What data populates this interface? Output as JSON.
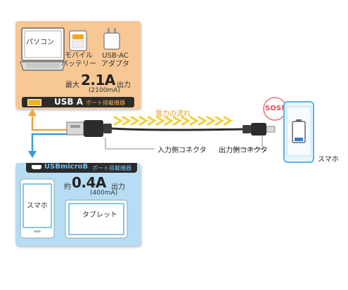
{
  "source_panel": {
    "items": [
      {
        "label": "パソコン"
      },
      {
        "label": "モバイル\nバッテリー"
      },
      {
        "label": "USB-AC\nアダプタ"
      }
    ],
    "max_prefix": "最大",
    "max_value": "2.1A",
    "max_suffix": "出力",
    "max_ma": "(2100mA)",
    "port_label_main": "USB A",
    "port_label_sub": "ポート搭載機器"
  },
  "target_panel": {
    "port_label_main": "USBmicroB",
    "port_label_sub": "ポート搭載機器",
    "approx_prefix": "約",
    "approx_value": "0.4A",
    "approx_suffix": "出力",
    "approx_ma": "(400mA)",
    "items": [
      {
        "label": "スマホ"
      },
      {
        "label": "タブレット"
      }
    ]
  },
  "cable": {
    "flow_label": "電力の流れ",
    "input_connector_label": "入力側コネクタ",
    "output_connector_label": "出力側コネクタ"
  },
  "phone": {
    "sos_label": "SOS!",
    "device_label": "スマホ"
  },
  "colors": {
    "source_panel": "#f7c794",
    "target_panel": "#b7ddf4",
    "arrow_orange": "#f0a23a",
    "arrow_blue": "#3a9bd6",
    "flow_yellow": "#f6cf3a"
  }
}
